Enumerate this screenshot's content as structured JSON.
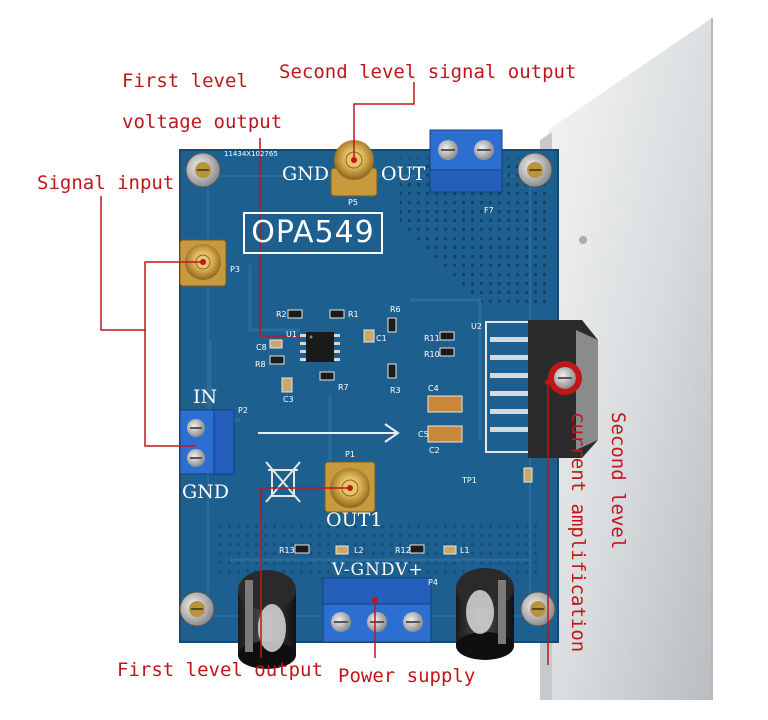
{
  "callouts": {
    "first_level_voltage": [
      "First level",
      "voltage output"
    ],
    "second_level_signal": "Second level signal output",
    "signal_input": "Signal input",
    "first_level_output": "First level output",
    "power_supply": "Power supply",
    "second_level_current": [
      "Second level",
      "current amplification"
    ]
  },
  "board": {
    "chip": "OPA549",
    "serial": "11434X102765",
    "gnd_top": "GND",
    "out_top": "OUT",
    "in": "IN",
    "gnd_left": "GND",
    "out1": "OUT1",
    "power_labels": "V-GNDV+"
  },
  "silkscreen": {
    "p5": "P5",
    "f7": "F7",
    "p3": "P3",
    "p2": "P2",
    "p1": "P1",
    "p4": "P4",
    "u1": "U1",
    "u2": "U2",
    "r1": "R1",
    "r2": "R2",
    "r3": "R3",
    "r6": "R6",
    "r7": "R7",
    "r8": "R8",
    "r10": "R10",
    "r11": "R11",
    "r12": "R12",
    "r13": "R13",
    "c1": "C1",
    "c2": "C2",
    "c3": "C3",
    "c4": "C4",
    "c5": "C5",
    "c8": "C8",
    "l1": "L1",
    "l2": "L2",
    "tp1": "TP1"
  },
  "colors": {
    "callout": "#c0161a",
    "pcb": "#1d5f8f",
    "pcb_dark": "#134a73",
    "gold": "#d4a84a",
    "terminal": "#2c6fd1",
    "heatsink": "#e3e5e6"
  }
}
